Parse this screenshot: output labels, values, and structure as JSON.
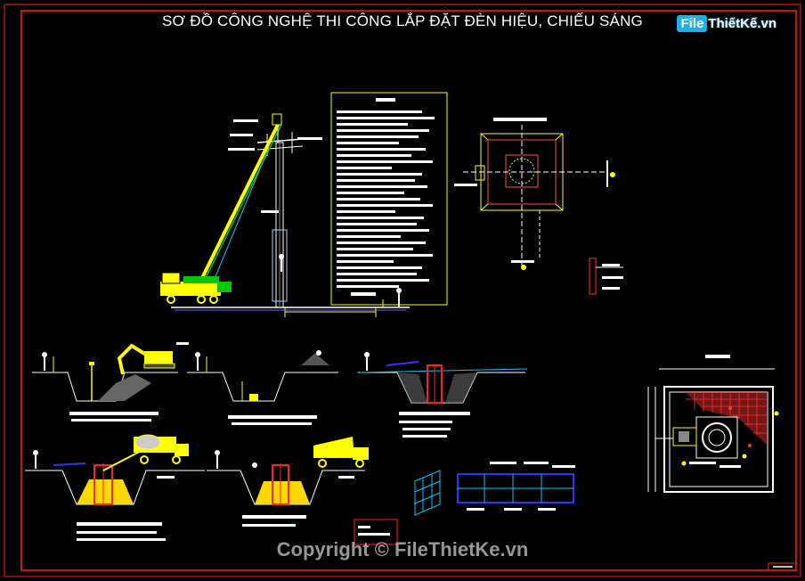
{
  "drawing": {
    "title": "SƠ ĐỒ CÔNG NGHỆ THI CÔNG LẮP ĐẶT ĐÈN HIỆU, CHIẾU SÁNG",
    "watermark": "Copyright © FileThietKe.vn"
  },
  "logo": {
    "part1": "File",
    "part2": "ThiếtKế",
    "part3": ".vn"
  },
  "colors": {
    "background": "#000000",
    "frame": "#ff1e1e",
    "lines": "#ffffff",
    "crane": "#ffff00",
    "concrete": "#ffd700",
    "rebar": "#ff2020",
    "pipe": "#00c8ff",
    "mesh": "#ff3030"
  },
  "icons": [
    "crane-truck-icon",
    "excavator-icon",
    "concrete-mixer-icon",
    "dump-truck-icon",
    "surveyor-icon"
  ]
}
